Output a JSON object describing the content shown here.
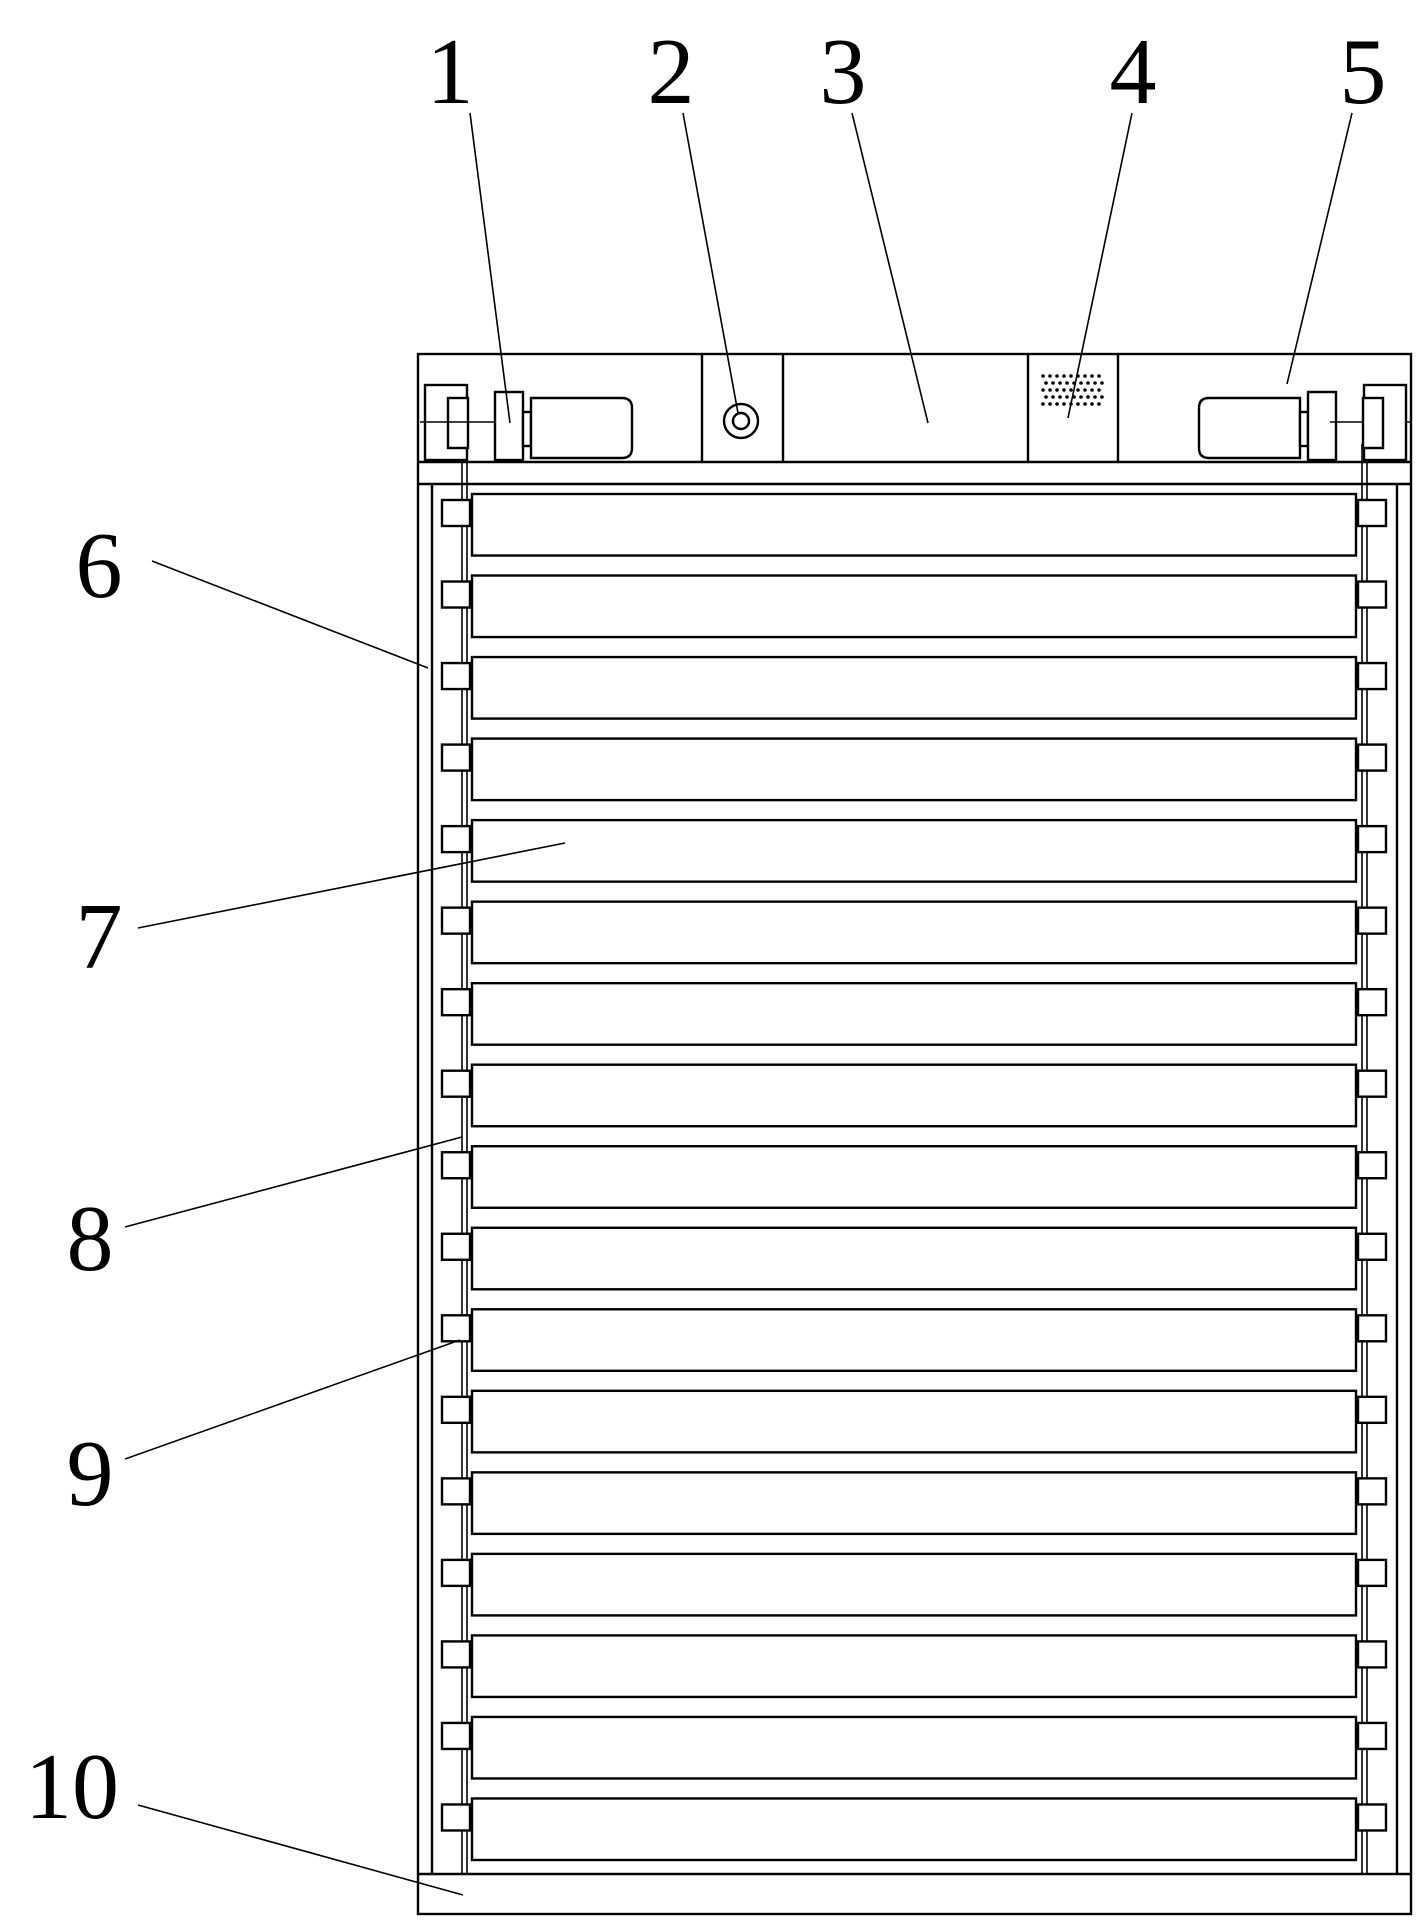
{
  "callouts": [
    {
      "id": "1",
      "text": "1"
    },
    {
      "id": "2",
      "text": "2"
    },
    {
      "id": "3",
      "text": "3"
    },
    {
      "id": "4",
      "text": "4"
    },
    {
      "id": "5",
      "text": "5"
    },
    {
      "id": "6",
      "text": "6"
    },
    {
      "id": "7",
      "text": "7"
    },
    {
      "id": "8",
      "text": "8"
    },
    {
      "id": "9",
      "text": "9"
    },
    {
      "id": "10",
      "text": "10"
    }
  ],
  "slat_count": 17,
  "colors": {
    "line": "#000000",
    "background": "#ffffff"
  }
}
